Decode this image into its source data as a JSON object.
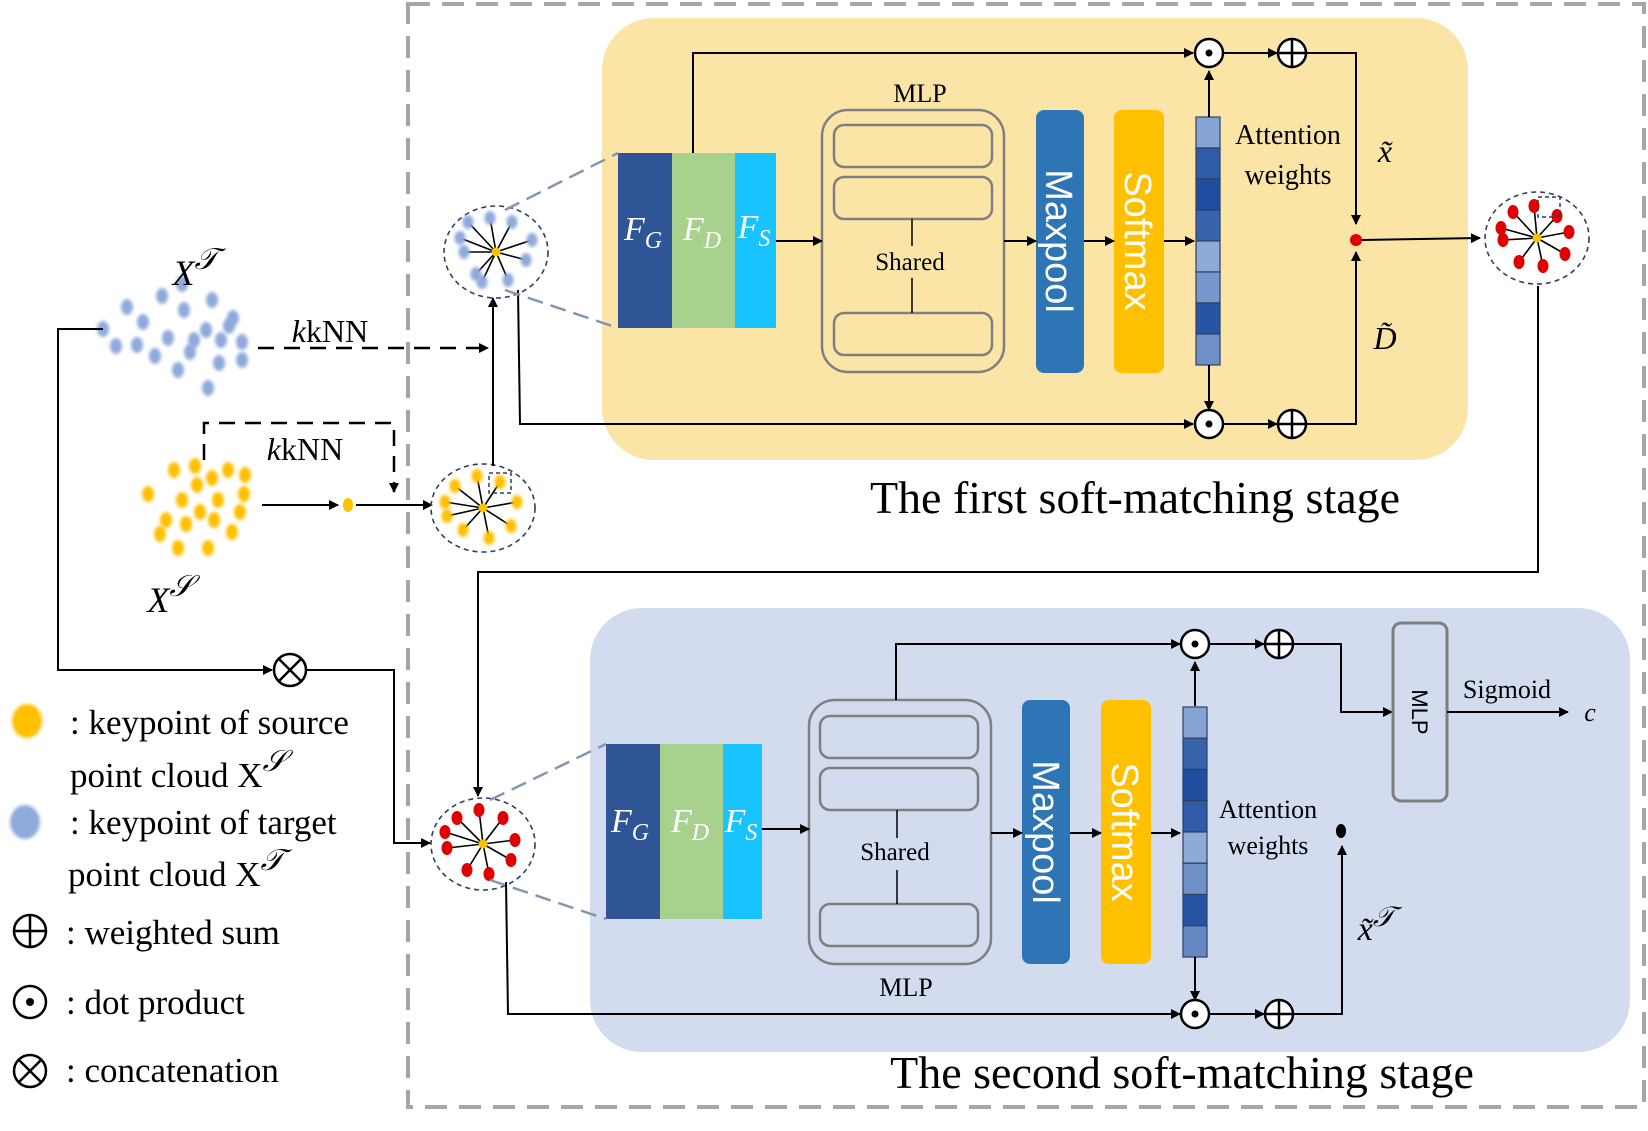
{
  "stage1": {
    "title": "The first soft-matching stage",
    "mlp_label": "MLP",
    "shared_label": "Shared",
    "maxpool_label": "Maxpool",
    "softmax_label": "Softmax",
    "attention_line1": "Attention",
    "attention_line2": "weights",
    "x_tilde": "x̃",
    "d_tilde": "D̃"
  },
  "stage2": {
    "title": "The second soft-matching stage",
    "mlp_label": "MLP",
    "shared_label": "Shared",
    "maxpool_label": "Maxpool",
    "softmax_label": "Softmax",
    "attention_line1": "Attention",
    "attention_line2": "weights",
    "x_tilde_t": "x̃",
    "x_tilde_t_sup": "𝒯",
    "mlp_box_label": "MLP",
    "sigmoid_label": "Sigmoid",
    "output_c": "c"
  },
  "features": {
    "fg": "F",
    "fg_sub": "G",
    "fd": "F",
    "fd_sub": "D",
    "fs": "F",
    "fs_sub": "S"
  },
  "inputs": {
    "target_label": "X",
    "target_sup": "𝒯",
    "source_label": "X",
    "source_sup": "𝒮",
    "knn_top": "kNN",
    "knn_bottom": "kNN"
  },
  "legend": {
    "source_line1": ": keypoint of source",
    "source_line2": "point cloud X",
    "source_sup": "𝒮",
    "target_line1": ": keypoint of target",
    "target_line2": "point cloud X",
    "target_sup": "𝒯",
    "weighted_sum": ": weighted sum",
    "dot_product": ": dot product",
    "concatenation": ": concatenation"
  },
  "colors": {
    "stage1_bg": "#FBE5A6",
    "stage2_bg": "#D3DCEF",
    "fg_block": "#2F5597",
    "fd_block": "#A9D18E",
    "fs_block": "#19C3FF",
    "maxpool_block": "#2E75B6",
    "softmax_block": "#FFC000",
    "source_point": "#FFC000",
    "target_point": "#8FAADC",
    "matched_point": "#E00000"
  },
  "attention_stage1": [
    0.35,
    0.9,
    1.0,
    0.85,
    0.3,
    0.45,
    0.95,
    0.5
  ],
  "attention_stage2": [
    0.35,
    0.85,
    1.0,
    0.9,
    0.3,
    0.5,
    0.95,
    0.55
  ]
}
